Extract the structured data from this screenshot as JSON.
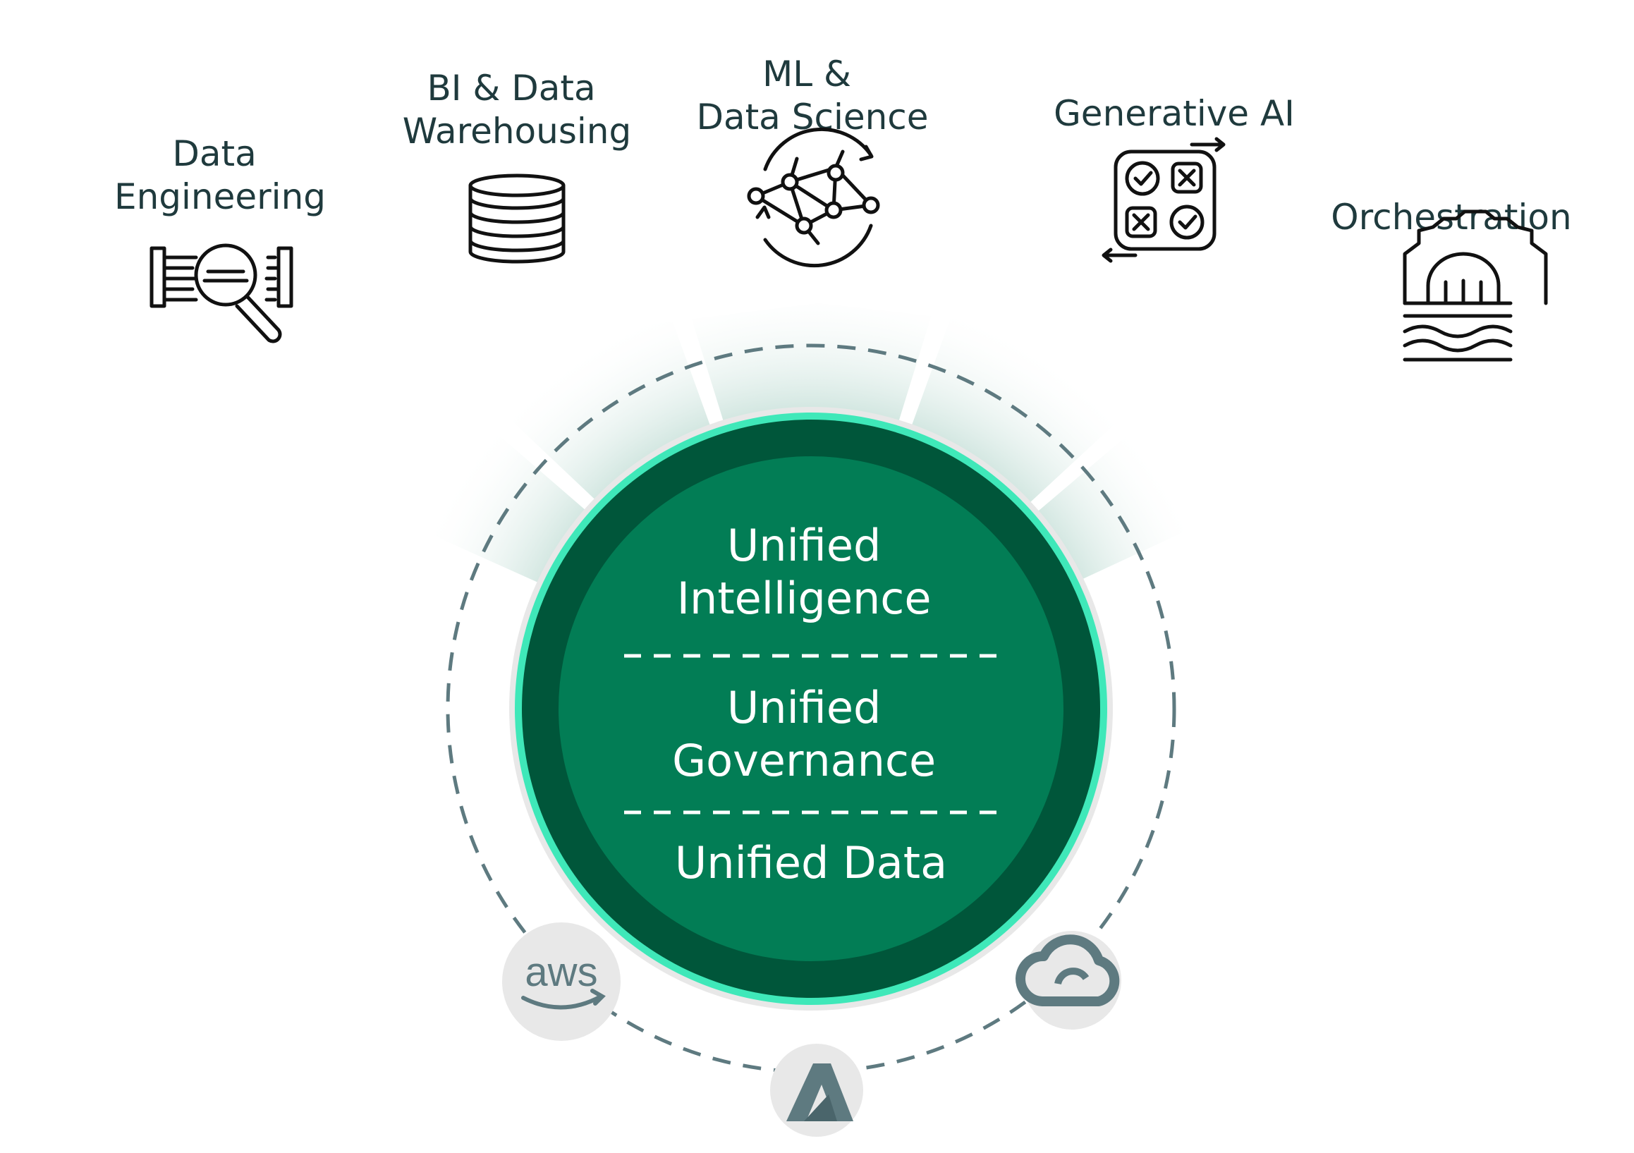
{
  "workloads": [
    {
      "lines": [
        "Data",
        "Engineering"
      ],
      "icon": "data-engineering-icon"
    },
    {
      "lines": [
        "BI & Data",
        "Warehousing"
      ],
      "icon": "database-icon"
    },
    {
      "lines": [
        "ML &",
        "Data Science"
      ],
      "icon": "ml-network-icon"
    },
    {
      "lines": [
        "Generative AI"
      ],
      "icon": "generative-ai-icon"
    },
    {
      "lines": [
        "Orchestration"
      ],
      "icon": "orchestration-icon"
    }
  ],
  "core": {
    "intelligence": [
      "Unified",
      "Intelligence"
    ],
    "governance": [
      "Unified",
      "Governance"
    ],
    "data": [
      "Unified Data"
    ]
  },
  "clouds": [
    {
      "name": "aws",
      "icon": "aws-logo-icon"
    },
    {
      "name": "Azure",
      "icon": "azure-logo-icon"
    },
    {
      "name": "Google Cloud",
      "icon": "google-cloud-icon"
    }
  ],
  "colors": {
    "core_fill": "#027d55",
    "core_ring": "#00563a",
    "accent_ring": "#3fe8b9",
    "dashed_orbit": "#5e7a80",
    "text": "#1f3a3d",
    "badge_bg": "#e8e8e8",
    "badge_fg": "#5e7a80"
  }
}
